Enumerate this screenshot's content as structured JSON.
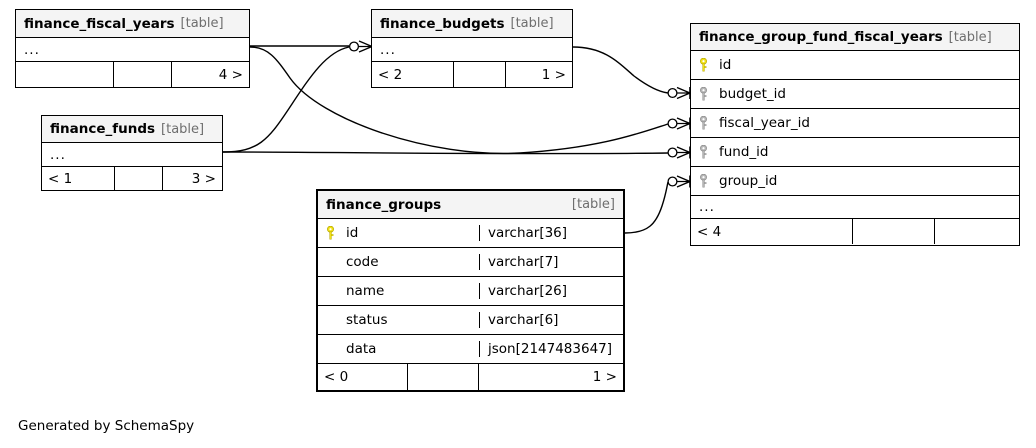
{
  "diagram": {
    "tool": "SchemaSpy",
    "footer_note": "Generated by SchemaSpy",
    "type_label": "[table]",
    "ellipsis": "...",
    "colors": {
      "pk_key": "#f2e113",
      "fk_key": "#a9a9a9",
      "border": "#000000",
      "header_bg": "#f4f4f4",
      "type_text": "#6e6e6e"
    }
  },
  "tables": {
    "fiscal_years": {
      "name": "finance_fiscal_years",
      "type": "[table]",
      "ellipsis": "...",
      "footer": [
        "",
        "",
        "4 >"
      ]
    },
    "budgets": {
      "name": "finance_budgets",
      "type": "[table]",
      "ellipsis": "...",
      "footer": [
        "< 2",
        "",
        "1 >"
      ]
    },
    "funds": {
      "name": "finance_funds",
      "type": "[table]",
      "ellipsis": "...",
      "footer": [
        "< 1",
        "",
        "3 >"
      ]
    },
    "group_fund_fiscal_years": {
      "name": "finance_group_fund_fiscal_years",
      "type": "[table]",
      "ellipsis": "...",
      "columns": [
        {
          "name": "id",
          "key": "primary"
        },
        {
          "name": "budget_id",
          "key": "foreign"
        },
        {
          "name": "fiscal_year_id",
          "key": "foreign"
        },
        {
          "name": "fund_id",
          "key": "foreign"
        },
        {
          "name": "group_id",
          "key": "foreign"
        }
      ],
      "footer": [
        "< 4",
        "",
        ""
      ]
    },
    "groups": {
      "name": "finance_groups",
      "type": "[table]",
      "columns": [
        {
          "name": "id",
          "type": "varchar[36]",
          "key": "primary"
        },
        {
          "name": "code",
          "type": "varchar[7]",
          "key": "none"
        },
        {
          "name": "name",
          "type": "varchar[26]",
          "key": "none"
        },
        {
          "name": "status",
          "type": "varchar[6]",
          "key": "none"
        },
        {
          "name": "data",
          "type": "json[2147483647]",
          "key": "none"
        }
      ],
      "footer": [
        "< 0",
        "",
        "1 >"
      ]
    }
  },
  "relationships": [
    {
      "from": "finance_fiscal_years",
      "to": "finance_budgets",
      "notation": "crows-foot"
    },
    {
      "from": "finance_funds",
      "to": "finance_budgets",
      "notation": "crows-foot"
    },
    {
      "from": "finance_budgets",
      "to": "finance_group_fund_fiscal_years.budget_id",
      "notation": "crows-foot"
    },
    {
      "from": "finance_fiscal_years",
      "to": "finance_group_fund_fiscal_years.fiscal_year_id",
      "notation": "crows-foot"
    },
    {
      "from": "finance_funds",
      "to": "finance_group_fund_fiscal_years.fund_id",
      "notation": "crows-foot"
    },
    {
      "from": "finance_groups.id",
      "to": "finance_group_fund_fiscal_years.group_id",
      "notation": "crows-foot"
    }
  ]
}
